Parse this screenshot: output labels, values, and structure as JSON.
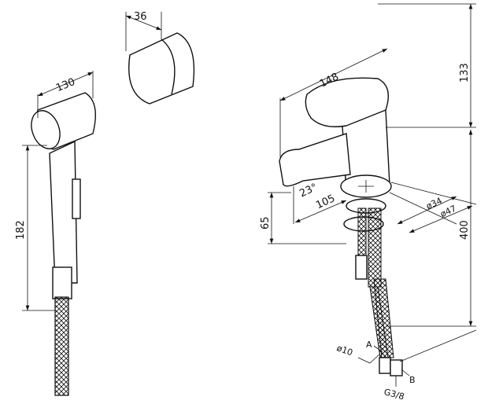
{
  "dimensions": {
    "hygienic_shower_head_length": "130",
    "wall_holder_width": "36",
    "shower_height": "182",
    "faucet_length": "148",
    "faucet_height": "133",
    "hose_length": "400",
    "spout_height": "65",
    "spout_reach": "105",
    "spout_angle": "23°",
    "base_diameter_inner": "ø34",
    "base_diameter_outer": "ø47",
    "hose_diameter": "ø10",
    "point_a": "A",
    "point_b": "B",
    "thread": "G3/8"
  }
}
